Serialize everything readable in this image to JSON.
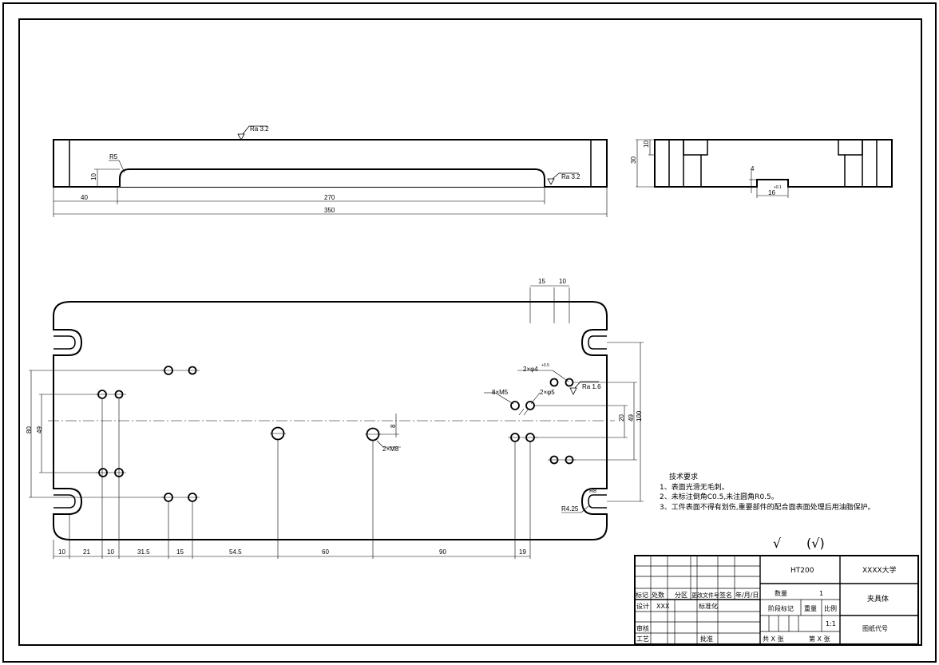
{
  "front_view": {
    "roughness_top": "Ra 3.2",
    "roughness_slot": "Ra 3.2",
    "radius": "R5",
    "depth": "10",
    "dim_left": "40",
    "dim_slot": "270",
    "dim_overall": "350"
  },
  "side_view": {
    "dim_top": "10",
    "dim_height": "30",
    "dim_groove_depth": "4",
    "dim_groove_width": "16",
    "groove_tolerance": "+0.1"
  },
  "plan_view": {
    "dim_top_left": "15",
    "dim_top_right": "10",
    "callout_counterbore": "2×φ4",
    "counterbore_tolerance": "+0.5",
    "callout_holes": "2×φ5",
    "thread_left": "8×M5",
    "thread_right": "8×M5",
    "roughness_holes": "Ra 1.6",
    "callout_m8": "2×M8",
    "radius_bottom": "R4.25",
    "radius_small": "R8",
    "v_dim_80": "80",
    "v_dim_49_left": "49",
    "v_dim_8": "8",
    "v_dim_20": "20",
    "v_dim_49_right": "49",
    "v_dim_100": "100",
    "bottom_dims": [
      "10",
      "21",
      "10",
      "31.5",
      "15",
      "54.5",
      "60",
      "90",
      "19"
    ]
  },
  "notes": {
    "title": "技术要求",
    "items": [
      "1、表面光滑无毛刺。",
      "2、未标注倒角C0.5,未注圆角R0.5。",
      "3、工件表面不得有划伤,重要部件的配合面表面处理后用油脂保护。"
    ]
  },
  "symbols": {
    "check": "√",
    "check_paren": "(√)"
  },
  "title_block": {
    "material": "HT200",
    "university": "XXXX大学",
    "part_name": "夹具体",
    "quantity_label": "数量",
    "quantity": "1",
    "stage_label": "阶段标记",
    "weight_label": "重量",
    "scale_label": "比例",
    "scale": "1:1",
    "drawing_no_label": "图纸代号",
    "sheets_total": "共 X 张",
    "sheet_no": "第 X 张",
    "mark_label": "标记",
    "location_label": "处数",
    "partition_label": "分区",
    "change_doc_label": "更改文件号",
    "sign_label": "签名",
    "date_label": "年/月/日",
    "design_label": "设计",
    "designer": "XXX",
    "standard_label": "标准化",
    "review_label": "审核",
    "process_label": "工艺",
    "approve_label": "批准"
  }
}
